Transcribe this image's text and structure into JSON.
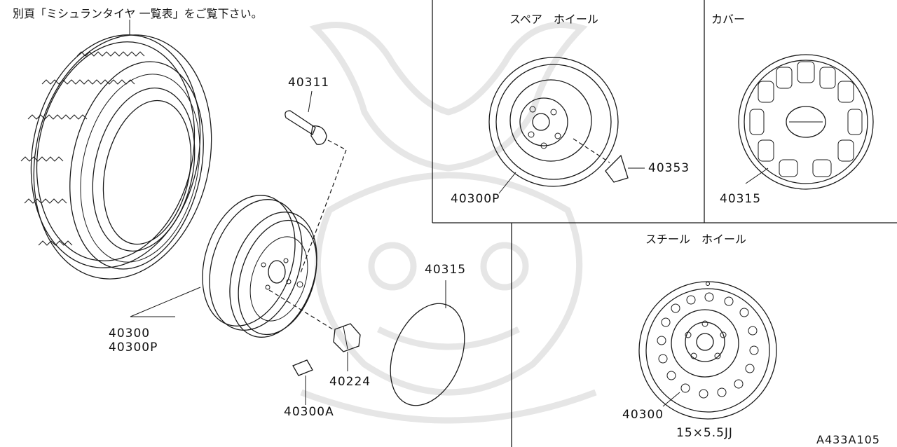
{
  "note": "別頁「ミシュランタイヤ 一覧表」をご覧下さい。",
  "headers": {
    "spare_wheel": "スペア　ホイール",
    "cover": "カバー",
    "steel_wheel": "スチール　ホイール"
  },
  "parts": {
    "valve": "40311",
    "wheel": "40300",
    "wheel_p": "40300P",
    "cap": "40315",
    "nut": "40224",
    "weight": "40300A",
    "spare_wheel": "40300P",
    "spare_label": "40353",
    "cover": "40315",
    "steel_wheel": "40300"
  },
  "wheel_size": "15×5.5JJ",
  "diagram_code": "A433A105"
}
